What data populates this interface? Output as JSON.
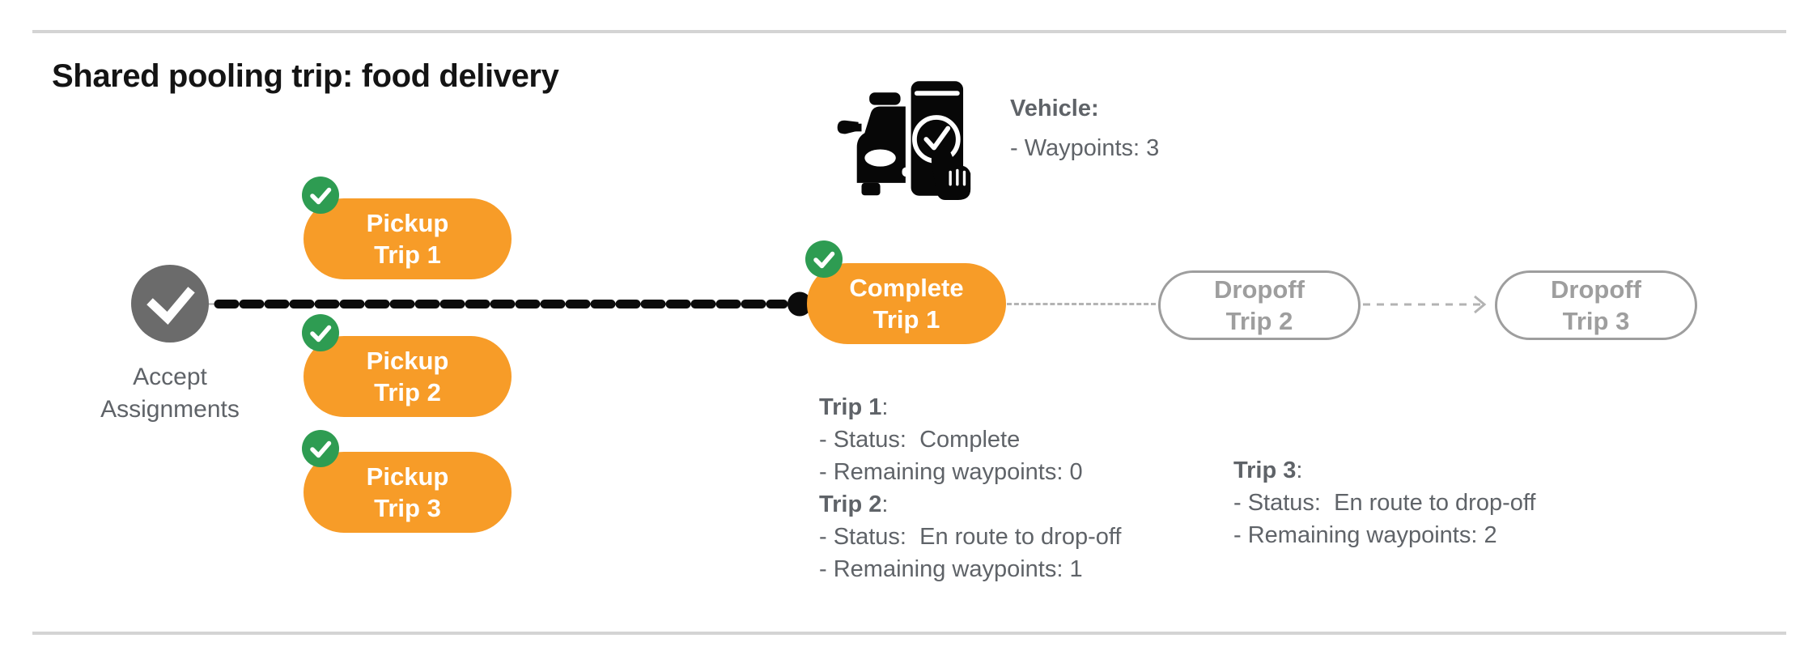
{
  "page": {
    "title": "Shared pooling trip: food delivery"
  },
  "vehicle": {
    "label": "Vehicle:",
    "waypoints_line": "- Waypoints: 3",
    "icon": "robotaxi-phone-check"
  },
  "flow": {
    "start": {
      "line1": "Accept",
      "line2": "Assignments",
      "icon": "checkmark"
    },
    "nodes": {
      "pickup1": {
        "line1": "Pickup",
        "line2": "Trip 1",
        "badge_icon": "check-badge"
      },
      "pickup2": {
        "line1": "Pickup",
        "line2": "Trip 2",
        "badge_icon": "check-badge"
      },
      "pickup3": {
        "line1": "Pickup",
        "line2": "Trip 3",
        "badge_icon": "check-badge"
      },
      "complete1": {
        "line1": "Complete",
        "line2": "Trip 1",
        "badge_icon": "check-badge"
      },
      "dropoff2": {
        "line1": "Dropoff",
        "line2": "Trip 2"
      },
      "dropoff3": {
        "line1": "Dropoff",
        "line2": "Trip 3"
      }
    }
  },
  "trip_details": {
    "trip1": {
      "label": "Trip 1",
      "suffix": ":",
      "status": "- Status:  Complete",
      "waypoints": "- Remaining waypoints: 0"
    },
    "trip2": {
      "label": "Trip 2",
      "suffix": ":",
      "status": "- Status:  En route to drop-off",
      "waypoints": "- Remaining waypoints: 1"
    },
    "trip3": {
      "label": "Trip 3",
      "suffix": ":",
      "status": "- Status:  En route to drop-off",
      "waypoints": "- Remaining waypoints: 2"
    }
  },
  "colors": {
    "accent_orange": "#F79C28",
    "status_green": "#2E9C52",
    "node_gray": "#6B6B6B",
    "text_gray": "#5F6368",
    "inactive_gray": "#9E9E9E",
    "divider_gray": "#D4D4D4",
    "route_black": "#0B0B0B"
  }
}
